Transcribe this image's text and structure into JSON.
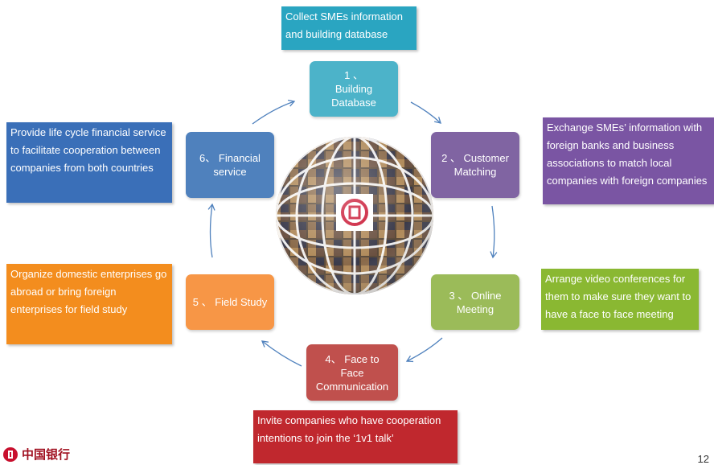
{
  "descriptions": {
    "collect": "Collect SMEs information and building database",
    "exchange": "Exchange SMEs’ information with foreign banks and business associations to match local companies with foreign companies",
    "arrange": "Arrange video conferences for them to make sure they want to have a face to face meeting",
    "invite": "Invite companies who have cooperation intentions to join the ‘1v1 talk’",
    "organize": "Organize domestic enterprises go abroad or bring foreign enterprises for field study",
    "provide": "Provide life cycle financial service to facilitate cooperation between companies from both countries"
  },
  "steps": [
    {
      "number": "1 、",
      "label": "Building Database"
    },
    {
      "number": "2 、",
      "label": "Customer Matching"
    },
    {
      "number": "3 、",
      "label": "Online Meeting"
    },
    {
      "number": "4、",
      "label": "Face to Face Communication"
    },
    {
      "number": "5 、",
      "label": "Field Study"
    },
    {
      "number": "6、",
      "label": "Financial service"
    }
  ],
  "colors": {
    "step1": "#4cb3c9",
    "step2": "#8064a2",
    "step3": "#9bbb59",
    "step4": "#c0504d",
    "step5": "#f79646",
    "step6": "#4f81bd",
    "arrow": "#4f81bd"
  },
  "logo_text": "中国银行",
  "page_number": "12"
}
